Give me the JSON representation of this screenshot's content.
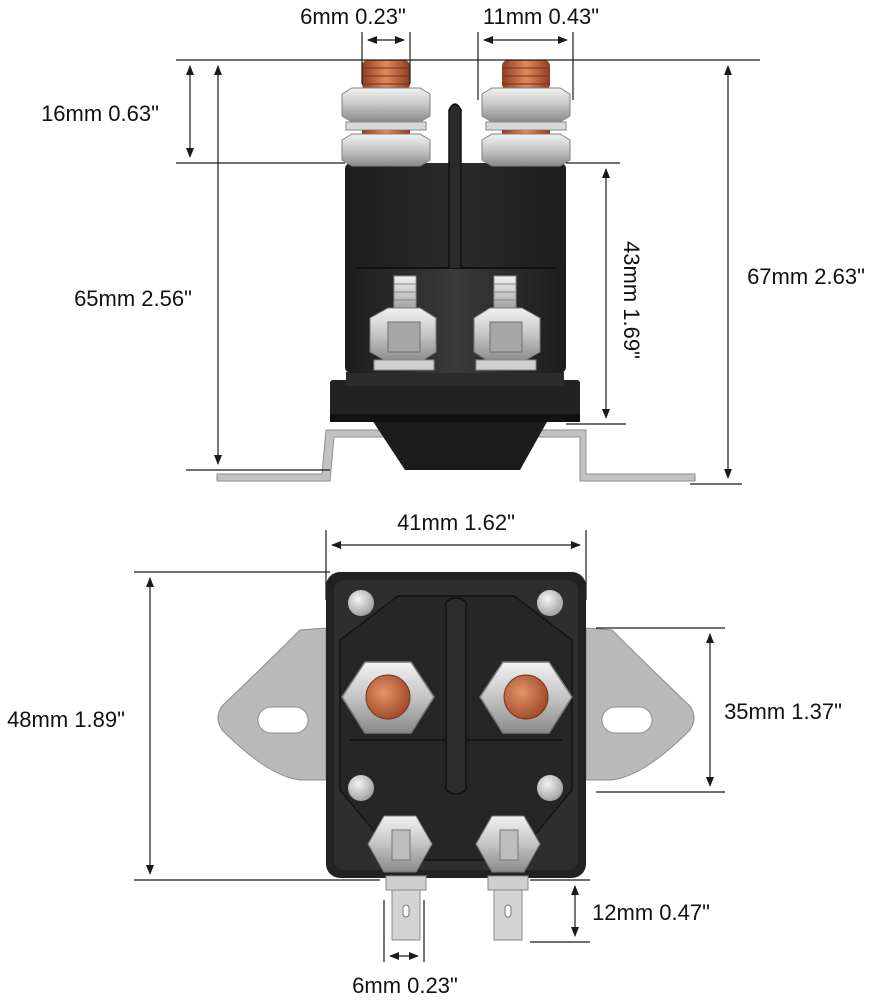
{
  "colors": {
    "body": "#2a2a2a",
    "body_dark": "#161616",
    "body_light": "#3d3d3d",
    "bracket": "#b9b9b9",
    "bracket_edge": "#8e8e8e",
    "copper": "#c9643a",
    "copper_dark": "#8f3e1f",
    "steel": "#d2d2d2",
    "steel_dark": "#9a9a9a",
    "dimension_line": "#1a1a1a"
  },
  "side_view": {
    "top_left_stud_diameter": "6mm 0.23\"",
    "top_right_nut_width": "11mm 0.43\"",
    "stud_height": "16mm 0.63\"",
    "body_height": "65mm 2.56\"",
    "case_height": "43mm 1.69\"",
    "overall_height": "67mm 2.63\""
  },
  "top_view": {
    "case_width": "41mm 1.62\"",
    "case_depth": "48mm 1.89\"",
    "mount_hole_spacing": "35mm 1.37\"",
    "spade_terminal_length": "12mm 0.47\"",
    "spade_terminal_width": "6mm 0.23\""
  }
}
